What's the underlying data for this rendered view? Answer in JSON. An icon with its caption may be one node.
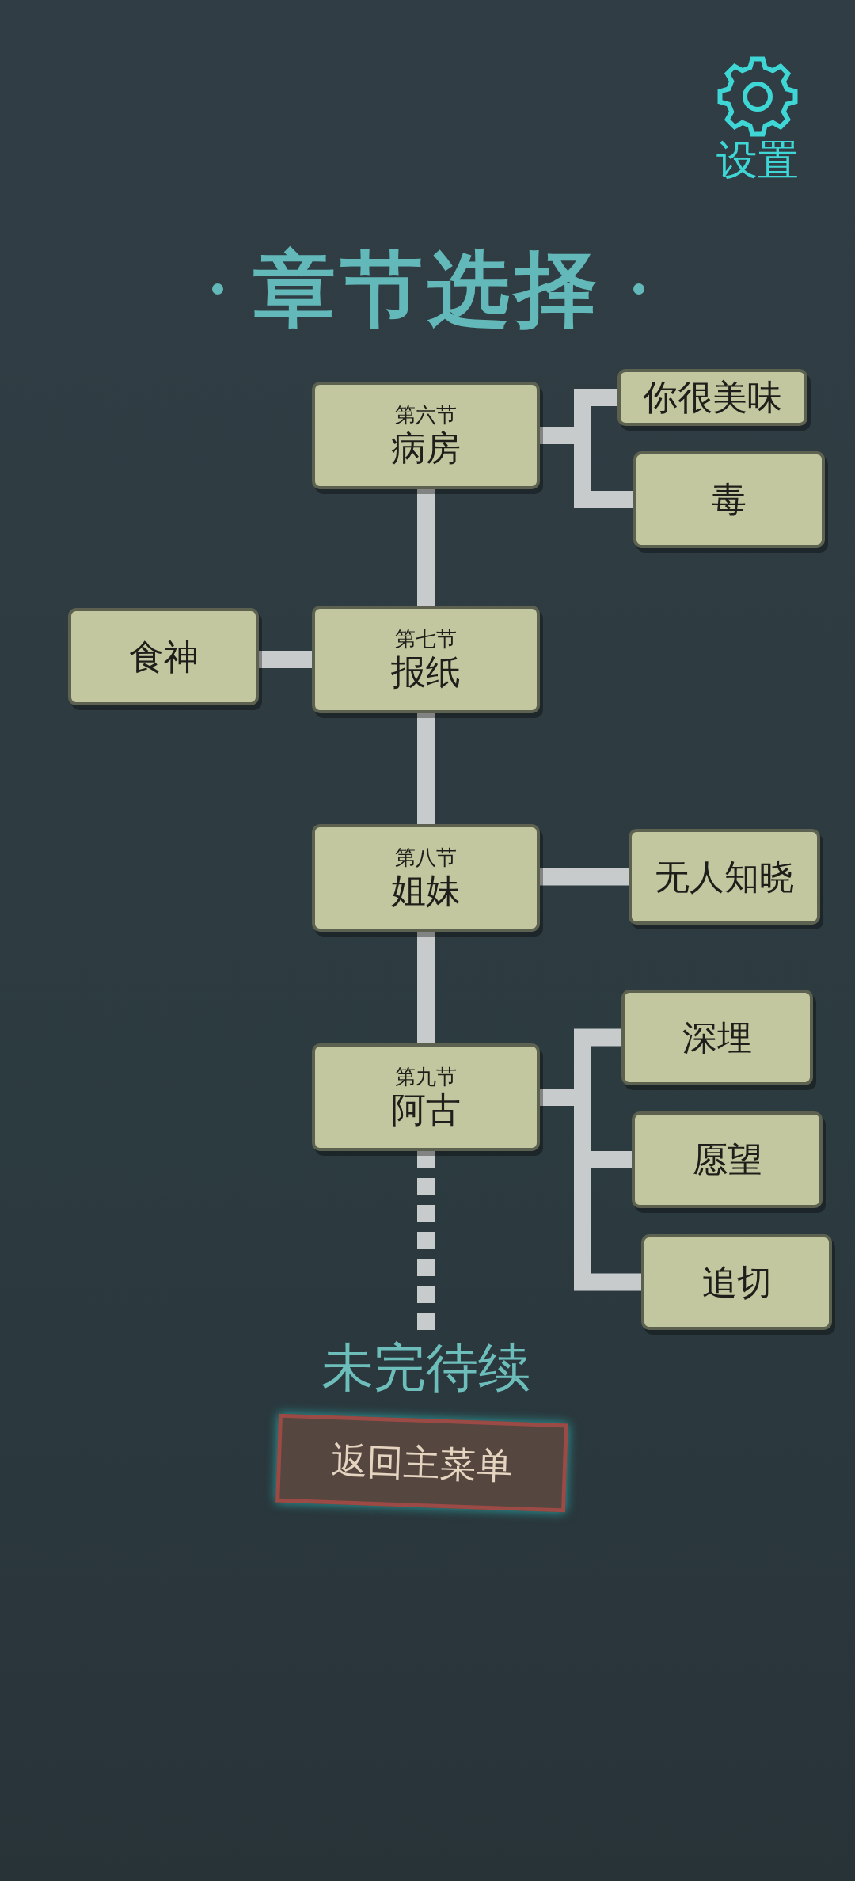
{
  "diagram": {
    "title": "章节选择",
    "nodes": [
      {
        "text": [
          "第六节",
          "病房"
        ]
      },
      {
        "text": [
          "你很美味"
        ]
      },
      {
        "text": [
          "毒"
        ]
      },
      {
        "text": [
          "第七节",
          "报纸"
        ]
      },
      {
        "text": [
          "食神"
        ]
      },
      {
        "text": [
          "第八节",
          "姐妹"
        ]
      },
      {
        "text": [
          "无人知晓"
        ]
      },
      {
        "text": [
          "第九节",
          "阿古"
        ]
      },
      {
        "text": [
          "深埋"
        ]
      },
      {
        "text": [
          "愿望"
        ]
      },
      {
        "text": [
          "追切"
        ]
      },
      {
        "text": [
          "未完待续"
        ]
      }
    ],
    "edges": [
      {
        "from": 0,
        "to": 1,
        "arrow": "none"
      },
      {
        "from": 0,
        "to": 2,
        "arrow": "none"
      },
      {
        "from": 4,
        "to": 3,
        "arrow": "none"
      },
      {
        "from": 0,
        "to": 3,
        "arrow": "none"
      },
      {
        "from": 3,
        "to": 5,
        "arrow": "none"
      },
      {
        "from": 5,
        "to": 6,
        "arrow": "none"
      },
      {
        "from": 5,
        "to": 7,
        "arrow": "none"
      },
      {
        "from": 7,
        "to": 8,
        "arrow": "none"
      },
      {
        "from": 7,
        "to": 9,
        "arrow": "none"
      },
      {
        "from": 7,
        "to": 10,
        "arrow": "none"
      },
      {
        "from": 7,
        "to": 11,
        "arrow": "none",
        "style": "dashed"
      }
    ],
    "labels": [
      "设置",
      "返回主菜单"
    ]
  }
}
